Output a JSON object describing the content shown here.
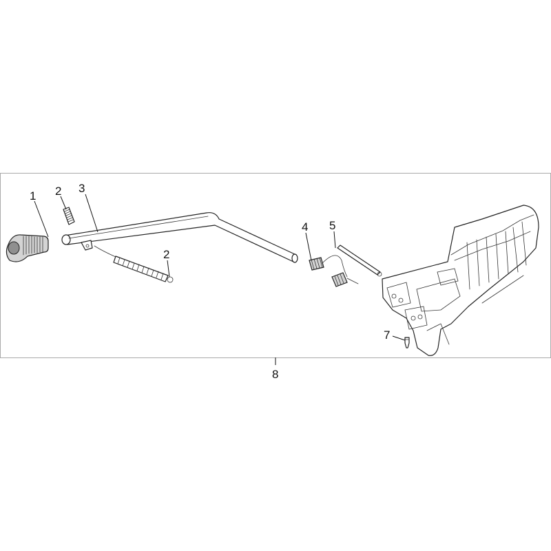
{
  "callouts": {
    "grip": "1",
    "spring_top": "2",
    "tube": "3",
    "spring_bottom": "2",
    "coil_spring": "4",
    "pin": "5",
    "screw": "7",
    "assembly": "8"
  }
}
